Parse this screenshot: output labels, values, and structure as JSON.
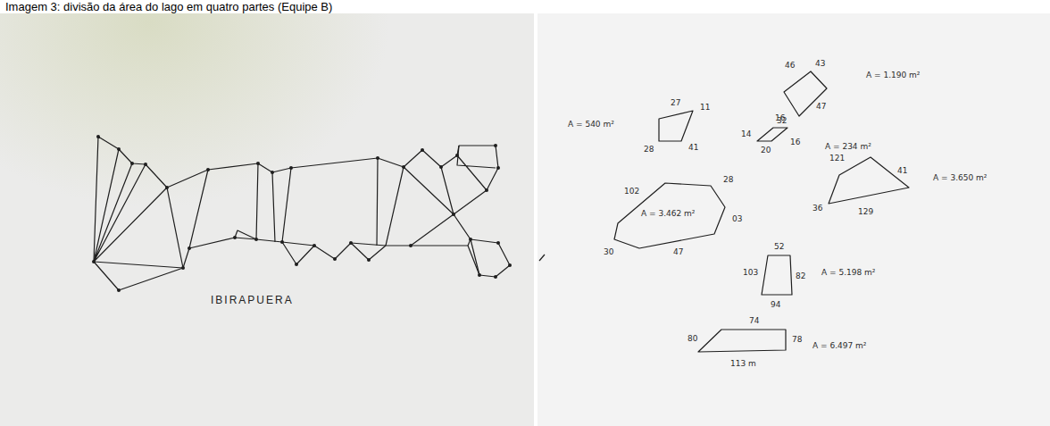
{
  "diagram": {
    "caption": "Imagem 3: divisão da área do lago em quatro partes (Equipe B)",
    "labels": [
      "IBIRAPUERA",
      "46",
      "43",
      "32",
      "47",
      "A = 1.190 m²",
      "27",
      "11",
      "28",
      "41",
      "A = 540 m²",
      "14",
      "16",
      "16",
      "20",
      "A = 234 m²",
      "102",
      "28",
      "03",
      "30",
      "47",
      "A = 3.462 m²",
      "121",
      "41",
      "36",
      "129",
      "A = 3.650 m²",
      "52",
      "103",
      "82",
      "94",
      "A = 5.198 m²",
      "74",
      "80",
      "78",
      "113 m",
      "A = 6.497 m²"
    ]
  }
}
